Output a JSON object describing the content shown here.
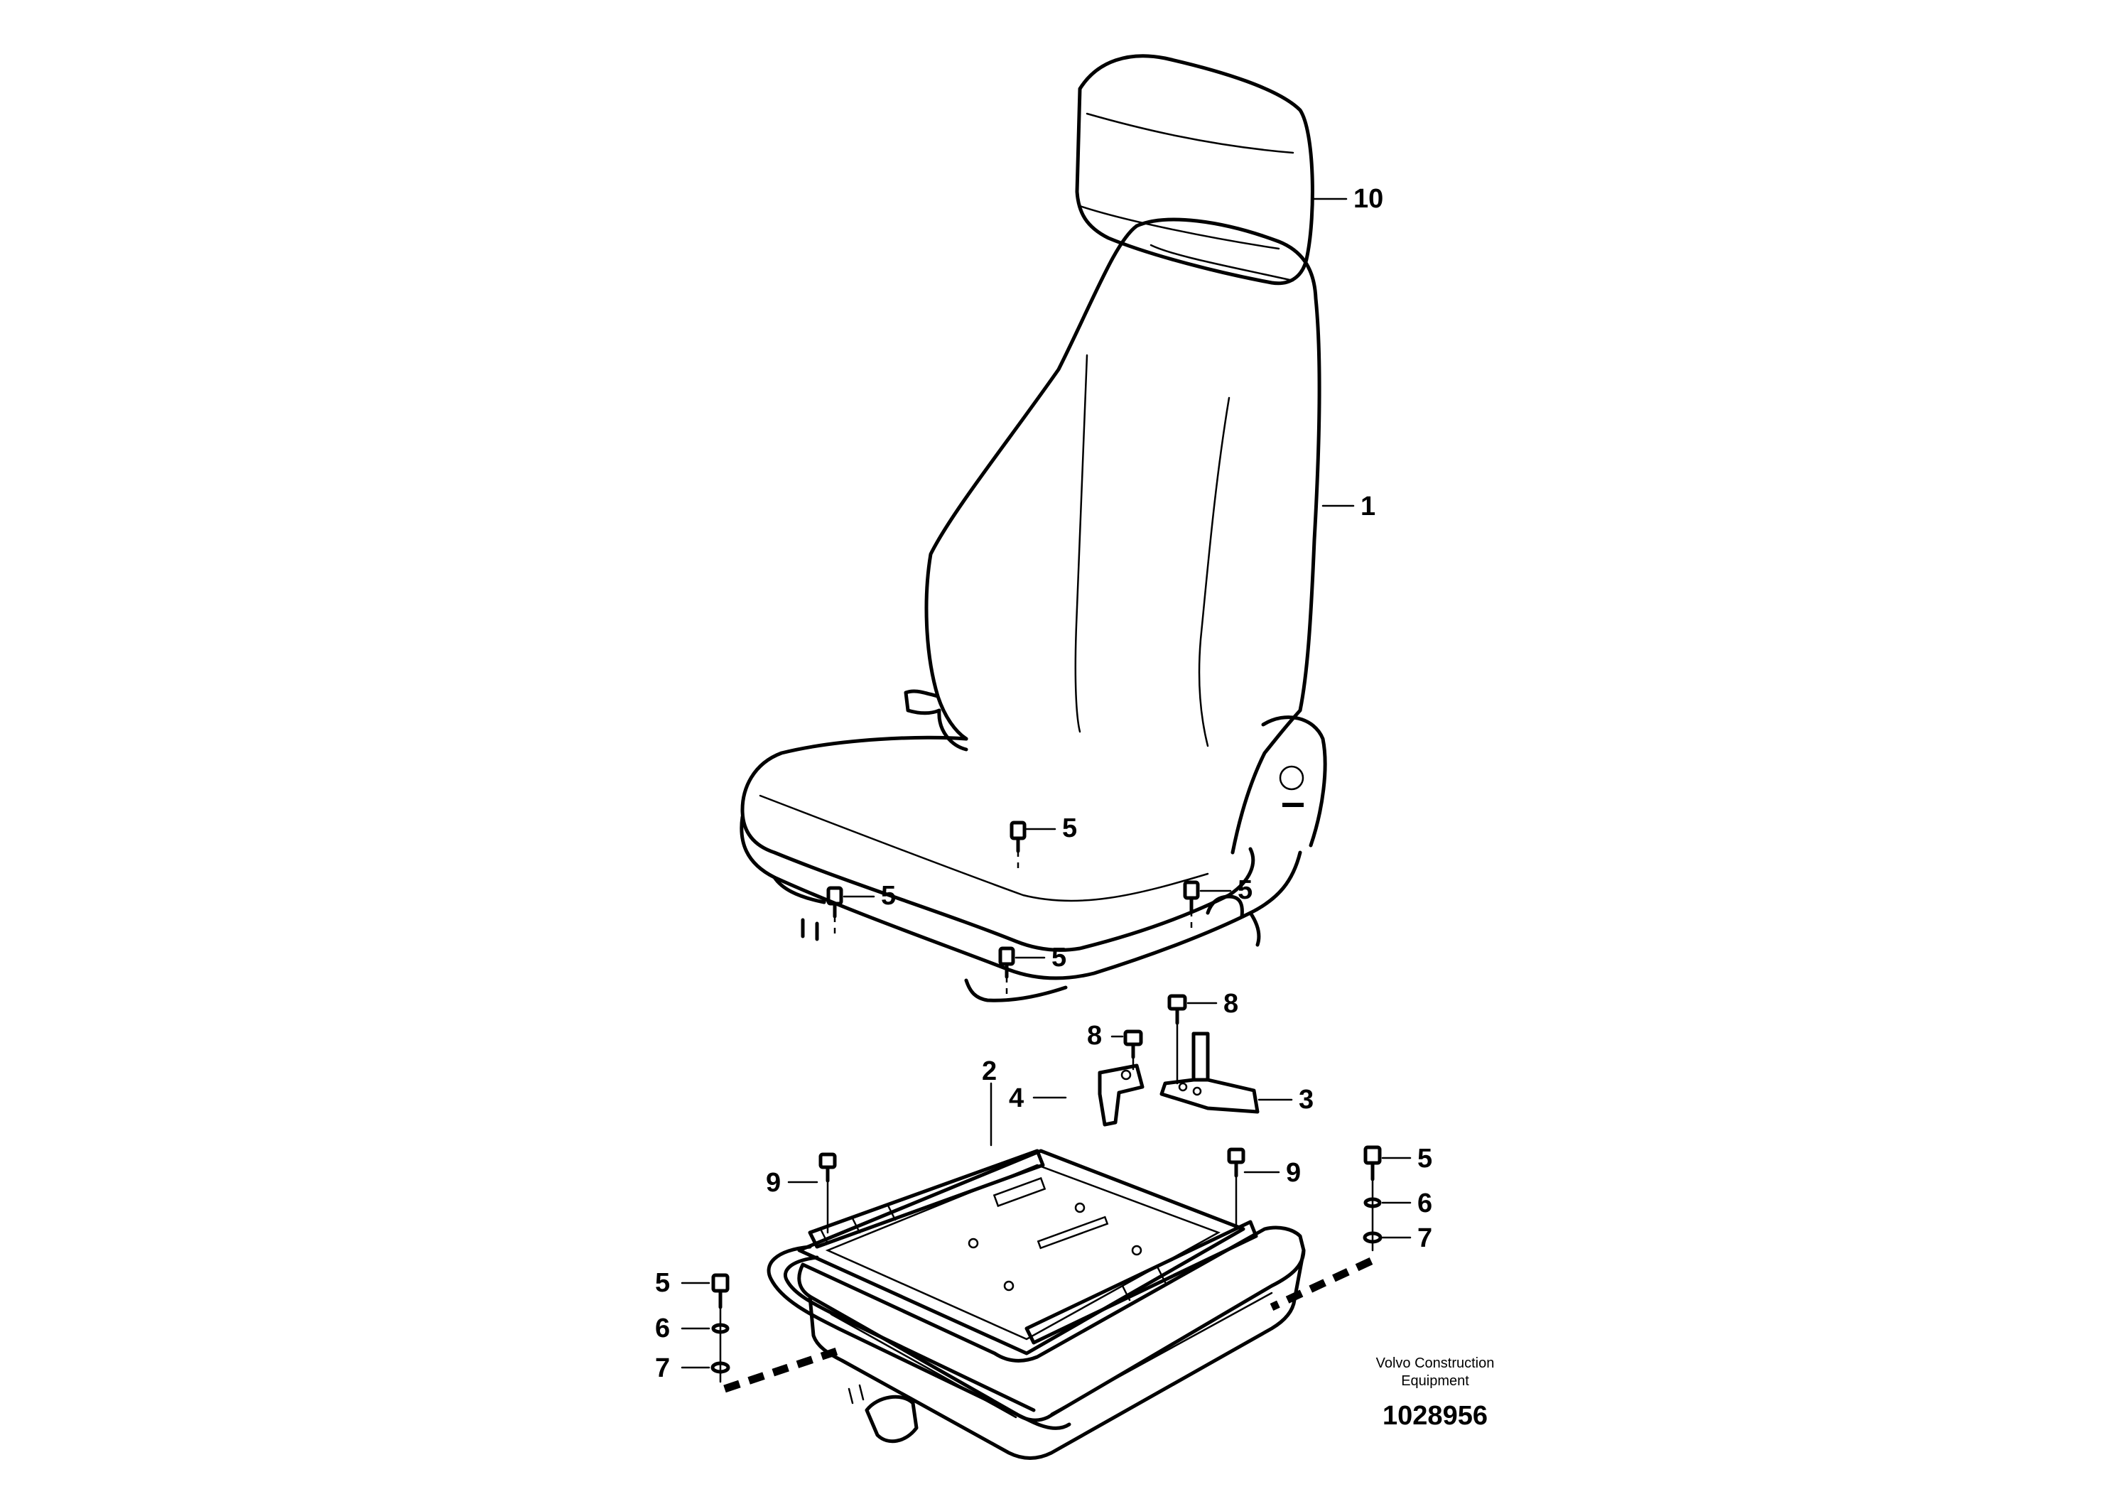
{
  "callouts": {
    "headrest": "10",
    "seat": "1",
    "seat_screw_top": "5",
    "seat_screw_left": "5",
    "seat_screw_right": "5",
    "seat_screw_front": "5",
    "bracket_screw_right": "8",
    "bracket_screw_left": "8",
    "bracket_left": "4",
    "bracket_right": "3",
    "suspension": "2",
    "suspension_screw_left": "9",
    "suspension_screw_right": "9",
    "rear_screw_left": "5",
    "rear_washer1_left": "6",
    "rear_washer2_left": "7",
    "rear_screw_right": "5",
    "rear_washer1_right": "6",
    "rear_washer2_right": "7"
  },
  "footer": {
    "brand_line1": "Volvo Construction",
    "brand_line2": "Equipment",
    "doc_number": "1028956"
  }
}
